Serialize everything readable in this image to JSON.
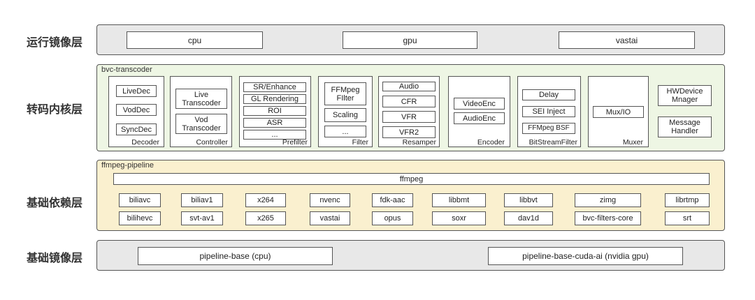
{
  "layers": {
    "runtime": {
      "label": "运行镜像层",
      "items": [
        "cpu",
        "gpu",
        "vastai"
      ]
    },
    "transcoder": {
      "label": "转码内核层",
      "title": "bvc-transcoder",
      "decoder": {
        "label": "Decoder",
        "items": [
          "LiveDec",
          "VodDec",
          "SyncDec"
        ]
      },
      "controller": {
        "label": "Controller",
        "items": [
          "Live\nTranscoder",
          "Vod\nTranscoder"
        ]
      },
      "prefilter": {
        "label": "Prefilter",
        "items": [
          "SR/Enhance",
          "GL Rendering",
          "ROI",
          "ASR",
          "..."
        ]
      },
      "filter": {
        "label": "Filter",
        "items": [
          "FFMpeg\nFIlter",
          "Scaling",
          "..."
        ]
      },
      "resamper": {
        "label": "Resamper",
        "items": [
          "Audio",
          "CFR",
          "VFR",
          "VFR2"
        ]
      },
      "encoder": {
        "label": "Encoder",
        "items": [
          "VideoEnc",
          "AudioEnc"
        ]
      },
      "bsf": {
        "label": "BitStreamFilter",
        "items": [
          "Delay",
          "SEI Inject",
          "FFMpeg BSF"
        ]
      },
      "muxer": {
        "label": "Muxer",
        "items": [
          "Mux/IO"
        ]
      },
      "extra": [
        "HWDevice\nMnager",
        "Message\nHandler"
      ]
    },
    "foundation": {
      "label": "基础依赖层",
      "title": "ffmpeg-pipeline",
      "ffmpeg": "ffmpeg",
      "row1": [
        "biliavc",
        "biliav1",
        "x264",
        "nvenc",
        "fdk-aac",
        "libbmt",
        "libbvt",
        "zimg",
        "librtmp"
      ],
      "row2": [
        "bilihevc",
        "svt-av1",
        "x265",
        "vastai",
        "opus",
        "soxr",
        "dav1d",
        "bvc-filters-core",
        "srt"
      ]
    },
    "base": {
      "label": "基础镜像层",
      "items": [
        "pipeline-base (cpu)",
        "pipeline-base-cuda-ai (nvidia gpu)"
      ]
    }
  }
}
